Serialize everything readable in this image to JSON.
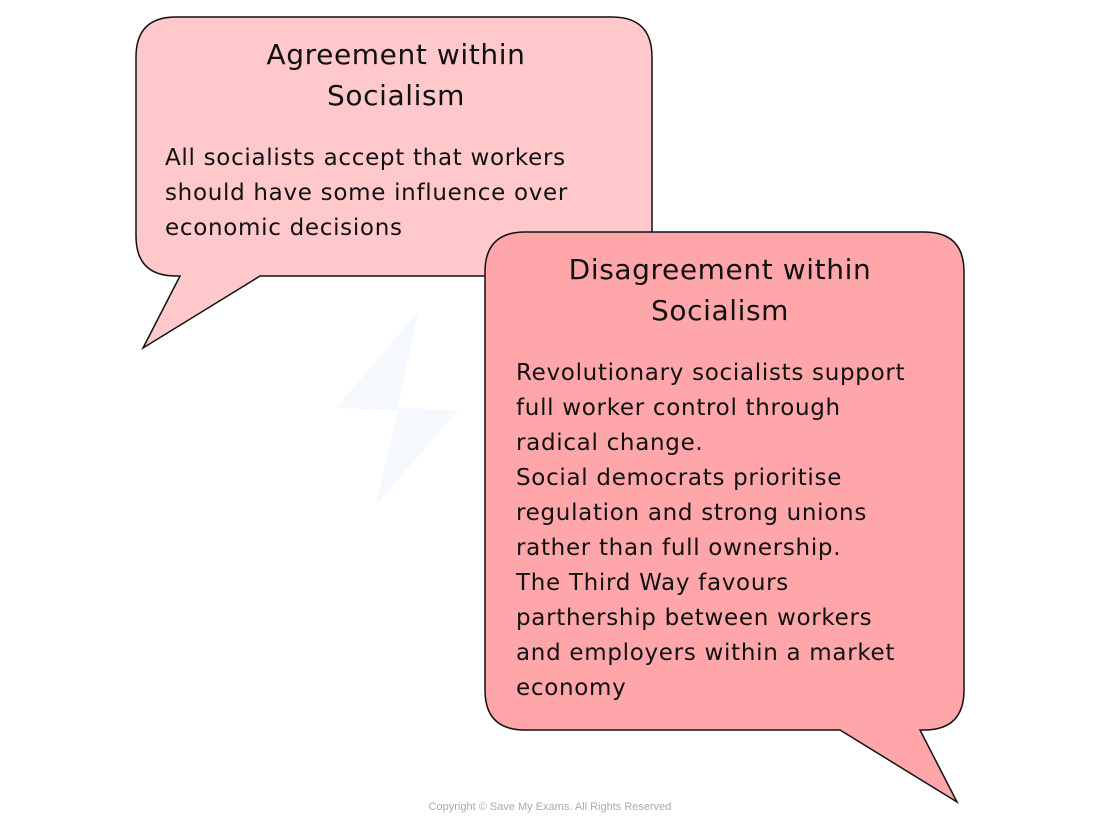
{
  "colors": {
    "agreement_fill": "#FFC9CC",
    "disagreement_fill": "#FEA6AA",
    "outline": "#111111"
  },
  "agreement": {
    "title_lines": [
      "Agreement within",
      "Socialism"
    ],
    "body_lines": [
      "All socialists accept that workers",
      "should have some influence over",
      "economic decisions"
    ]
  },
  "disagreement": {
    "title_lines": [
      "Disagreement within",
      "Socialism"
    ],
    "body_lines": [
      "Revolutionary socialists support",
      "full worker control through",
      "radical change.",
      "Social democrats prioritise",
      "regulation and strong unions",
      "rather than full ownership.",
      "The Third Way favours",
      "parthership between workers",
      "and employers within a market",
      "economy"
    ]
  },
  "watermark": "Save My Exams",
  "copyright": "Copyright © Save My Exams. All Rights Reserved"
}
